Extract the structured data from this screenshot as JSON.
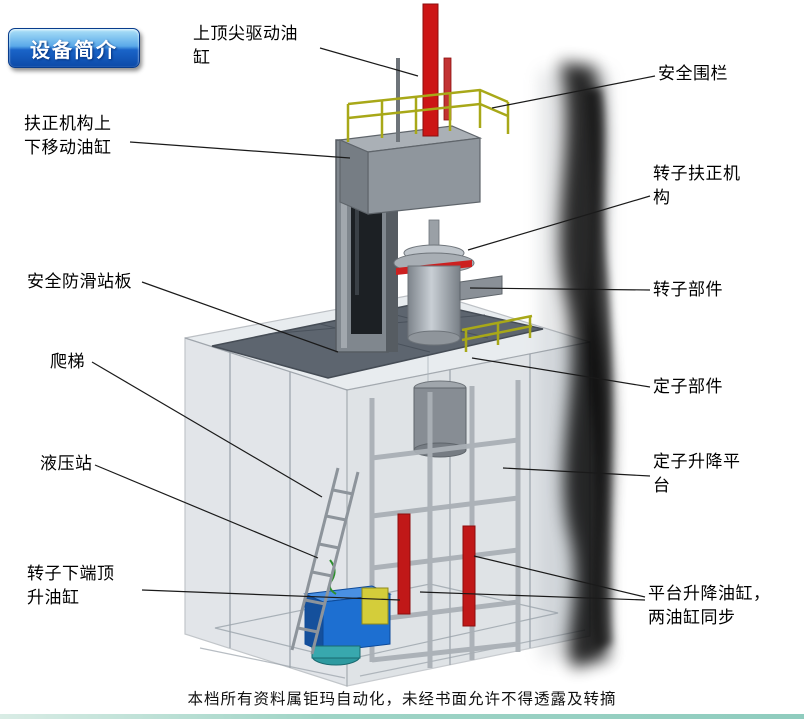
{
  "badge": {
    "label": "设备简介"
  },
  "callouts": [
    {
      "id": "top-drive-cylinder",
      "text": "上顶尖驱动油缸"
    },
    {
      "id": "safety-fence",
      "text": "安全围栏"
    },
    {
      "id": "centering-mechanism-cylinder",
      "text": "扶正机构上下移动油缸"
    },
    {
      "id": "rotor-centering-mechanism",
      "text": "转子扶正机构"
    },
    {
      "id": "anti-slip-platform",
      "text": "安全防滑站板"
    },
    {
      "id": "rotor-part",
      "text": "转子部件"
    },
    {
      "id": "ladder",
      "text": "爬梯"
    },
    {
      "id": "stator-part",
      "text": "定子部件"
    },
    {
      "id": "hydraulic-station",
      "text": "液压站"
    },
    {
      "id": "stator-lift-platform",
      "text": "定子升降平台"
    },
    {
      "id": "rotor-bottom-jack-cylinder",
      "text": "转子下端顶升油缸"
    },
    {
      "id": "platform-lift-cylinders",
      "text": "平台升降油缸，两油缸同步"
    }
  ],
  "footer": {
    "text": "本档所有资料属钜玛自动化，未经书面允许不得透露及转摘"
  },
  "colors": {
    "badge_blue": "#1a64c8",
    "cylinder_red": "#cc1515",
    "railing_yellow": "#a8a818",
    "hydraulic_blue": "#1d6fd1",
    "frame_gray": "#8f969d",
    "platform_dark_gray": "#5d656f",
    "bottom_strip_teal": "#8fccbe"
  }
}
